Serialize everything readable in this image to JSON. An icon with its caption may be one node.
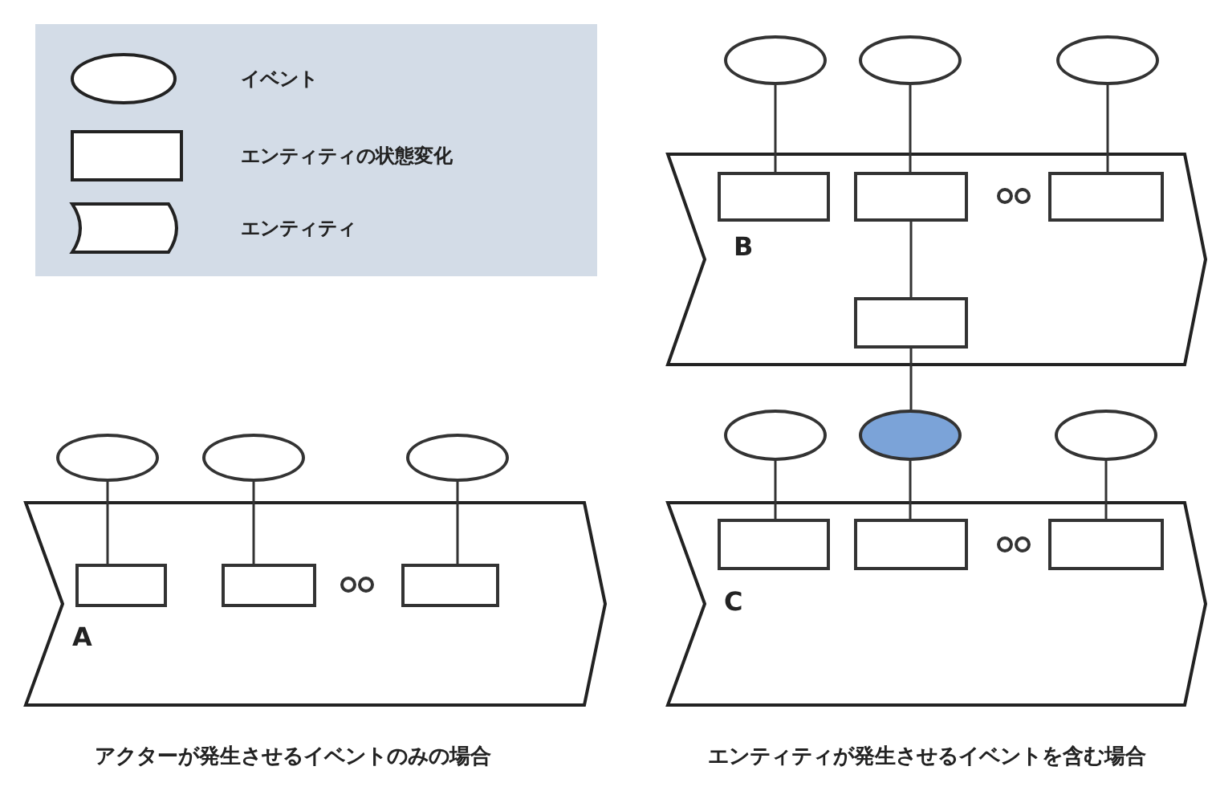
{
  "diagram": {
    "nodes": [
      {
        "text": [
          "A"
        ]
      },
      {
        "text": [],
        "shape": "ellipse"
      },
      {
        "text": [],
        "shape": "ellipse"
      },
      {
        "text": [],
        "shape": "ellipse"
      },
      {
        "text": [],
        "shape": "box",
        "in": 0
      },
      {
        "text": [],
        "shape": "box",
        "in": 0
      },
      {
        "text": [],
        "shape": "box",
        "in": 0
      },
      {
        "text": [
          "B"
        ]
      },
      {
        "text": [],
        "shape": "ellipse"
      },
      {
        "text": [],
        "shape": "ellipse"
      },
      {
        "text": [],
        "shape": "ellipse"
      },
      {
        "text": [],
        "shape": "box",
        "in": 7
      },
      {
        "text": [],
        "shape": "box",
        "in": 7
      },
      {
        "text": [],
        "shape": "box",
        "in": 7
      },
      {
        "text": [],
        "shape": "box",
        "in": 7
      },
      {
        "text": [
          "C"
        ]
      },
      {
        "text": [],
        "shape": "ellipse"
      },
      {
        "text": [],
        "shape": "ellipse"
      },
      {
        "text": [],
        "shape": "ellipse"
      },
      {
        "text": [],
        "shape": "box",
        "in": 15
      },
      {
        "text": [],
        "shape": "box",
        "in": 15
      },
      {
        "text": [],
        "shape": "box",
        "in": 15
      }
    ],
    "edges": [
      {
        "from": 1,
        "to": 4,
        "arrow": "none"
      },
      {
        "from": 2,
        "to": 5,
        "arrow": "none"
      },
      {
        "from": 3,
        "to": 6,
        "arrow": "none"
      },
      {
        "from": 8,
        "to": 11,
        "arrow": "none"
      },
      {
        "from": 9,
        "to": 12,
        "arrow": "none"
      },
      {
        "from": 10,
        "to": 13,
        "arrow": "none"
      },
      {
        "from": 12,
        "to": 14,
        "arrow": "none"
      },
      {
        "from": 14,
        "to": 17,
        "arrow": "none"
      },
      {
        "from": 16,
        "to": 19,
        "arrow": "none"
      },
      {
        "from": 17,
        "to": 20,
        "arrow": "none"
      },
      {
        "from": 18,
        "to": 21,
        "arrow": "none"
      }
    ],
    "labels": [
      "アクターが発生させるイベントのみの場合",
      "エンティティが発生させるイベントを含む場合"
    ],
    "legend": [
      {
        "text": "イベント"
      },
      {
        "text": "エンティティの状態変化"
      },
      {
        "text": "エンティティ"
      }
    ]
  }
}
